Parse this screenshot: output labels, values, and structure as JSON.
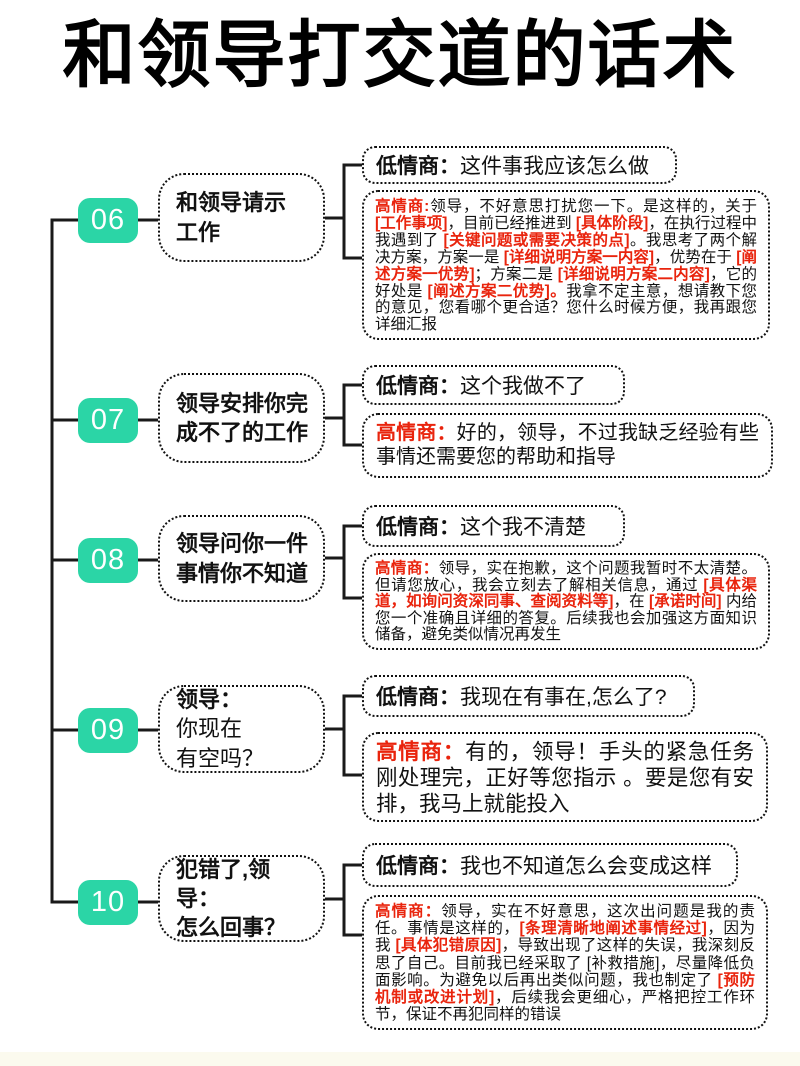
{
  "page": {
    "title": "和领导打交道的话术",
    "colors": {
      "teal": "#2bd5a6",
      "red": "#e9240d",
      "line": "#1a1a1a"
    }
  },
  "sections": [
    {
      "number": "06",
      "scenario": [
        {
          "t": "和领导请示\n工作"
        }
      ],
      "low": [
        {
          "t": "低情商：",
          "c": "b"
        },
        {
          "t": "这件事我应该怎么做"
        }
      ],
      "high": [
        {
          "t": "高情商:",
          "c": "red"
        },
        {
          "t": "领导，不好意思打扰您一下。是这样的，关于 "
        },
        {
          "t": "[工作事项]",
          "c": "red"
        },
        {
          "t": "，目前已经推进到 "
        },
        {
          "t": "[具体阶段]",
          "c": "red"
        },
        {
          "t": "，在执行过程中我遇到了 "
        },
        {
          "t": "[关键问题或需要决策的点]",
          "c": "red"
        },
        {
          "t": "。我思考了两个解决方案，方案一是 "
        },
        {
          "t": "[详细说明方案一内容]",
          "c": "red"
        },
        {
          "t": "，优势在于 "
        },
        {
          "t": "[阐述方案一优势]",
          "c": "red"
        },
        {
          "t": "；方案二是 "
        },
        {
          "t": "[详细说明方案二内容]",
          "c": "red"
        },
        {
          "t": "，它的好处是 "
        },
        {
          "t": "[阐述方案二优势]。",
          "c": "red"
        },
        {
          "t": "我拿不定主意，想请教下您的意见，您看哪个更合适？您什么时候方便，我再跟您详细汇报"
        }
      ]
    },
    {
      "number": "07",
      "scenario": [
        {
          "t": "领导安排你完\n成不了的工作"
        }
      ],
      "low": [
        {
          "t": "低情商：",
          "c": "b"
        },
        {
          "t": "这个我做不了"
        }
      ],
      "high": [
        {
          "t": "高情商：",
          "c": "red"
        },
        {
          "t": "好的，领导，不过我缺乏经验有些事情还需要您的帮助和指导"
        }
      ]
    },
    {
      "number": "08",
      "scenario": [
        {
          "t": "领导问你一件\n事情你不知道"
        }
      ],
      "low": [
        {
          "t": "低情商：",
          "c": "b"
        },
        {
          "t": "这个我不清楚"
        }
      ],
      "high": [
        {
          "t": "高情商：",
          "c": "red"
        },
        {
          "t": "领导，实在抱歉，这个问题我暂时不太清楚。但请您放心，我会立刻去了解相关信息，通过 "
        },
        {
          "t": "[具体渠道，如询问资深同事、查阅资料等]",
          "c": "red"
        },
        {
          "t": "，在 "
        },
        {
          "t": "[承诺时间]",
          "c": "red"
        },
        {
          "t": " 内给您一个准确且详细的答复。后续我也会加强这方面知识储备，避免类似情况再发生"
        }
      ]
    },
    {
      "number": "09",
      "scenario": [
        {
          "t": "领导："
        },
        {
          "t": "你现在\n有空吗？",
          "c": "r"
        }
      ],
      "low": [
        {
          "t": "低情商：",
          "c": "b"
        },
        {
          "t": "我现在有事在,怎么了?"
        }
      ],
      "high": [
        {
          "t": "高情商：",
          "c": "red"
        },
        {
          "t": "有的，领导！手头的紧急任务刚处理完，正好等您指示 。要是您有安排，我马上就能投入"
        }
      ]
    },
    {
      "number": "10",
      "scenario": [
        {
          "t": "犯错了,领导：\n怎么回事？"
        }
      ],
      "low": [
        {
          "t": "低情商：",
          "c": "b"
        },
        {
          "t": "我也不知道怎么会变成这样"
        }
      ],
      "high": [
        {
          "t": "高情商：",
          "c": "red"
        },
        {
          "t": "领导，实在不好意思，这次出问题是我的责任。事情是这样的，"
        },
        {
          "t": "[条理清晰地阐述事情经过]",
          "c": "red"
        },
        {
          "t": "，因为我 "
        },
        {
          "t": "[具体犯错原因]",
          "c": "red"
        },
        {
          "t": "，导致出现了这样的失误，我深刻反思了自己。目前我已经采取了 [补救措施]，尽量降低负面影响。为避免以后再出类似问题，我也制定了 "
        },
        {
          "t": "[预防机制或改进计划]",
          "c": "red"
        },
        {
          "t": "，后续我会更细心，严格把控工作环节，保证不再犯同样的错误"
        }
      ]
    }
  ]
}
